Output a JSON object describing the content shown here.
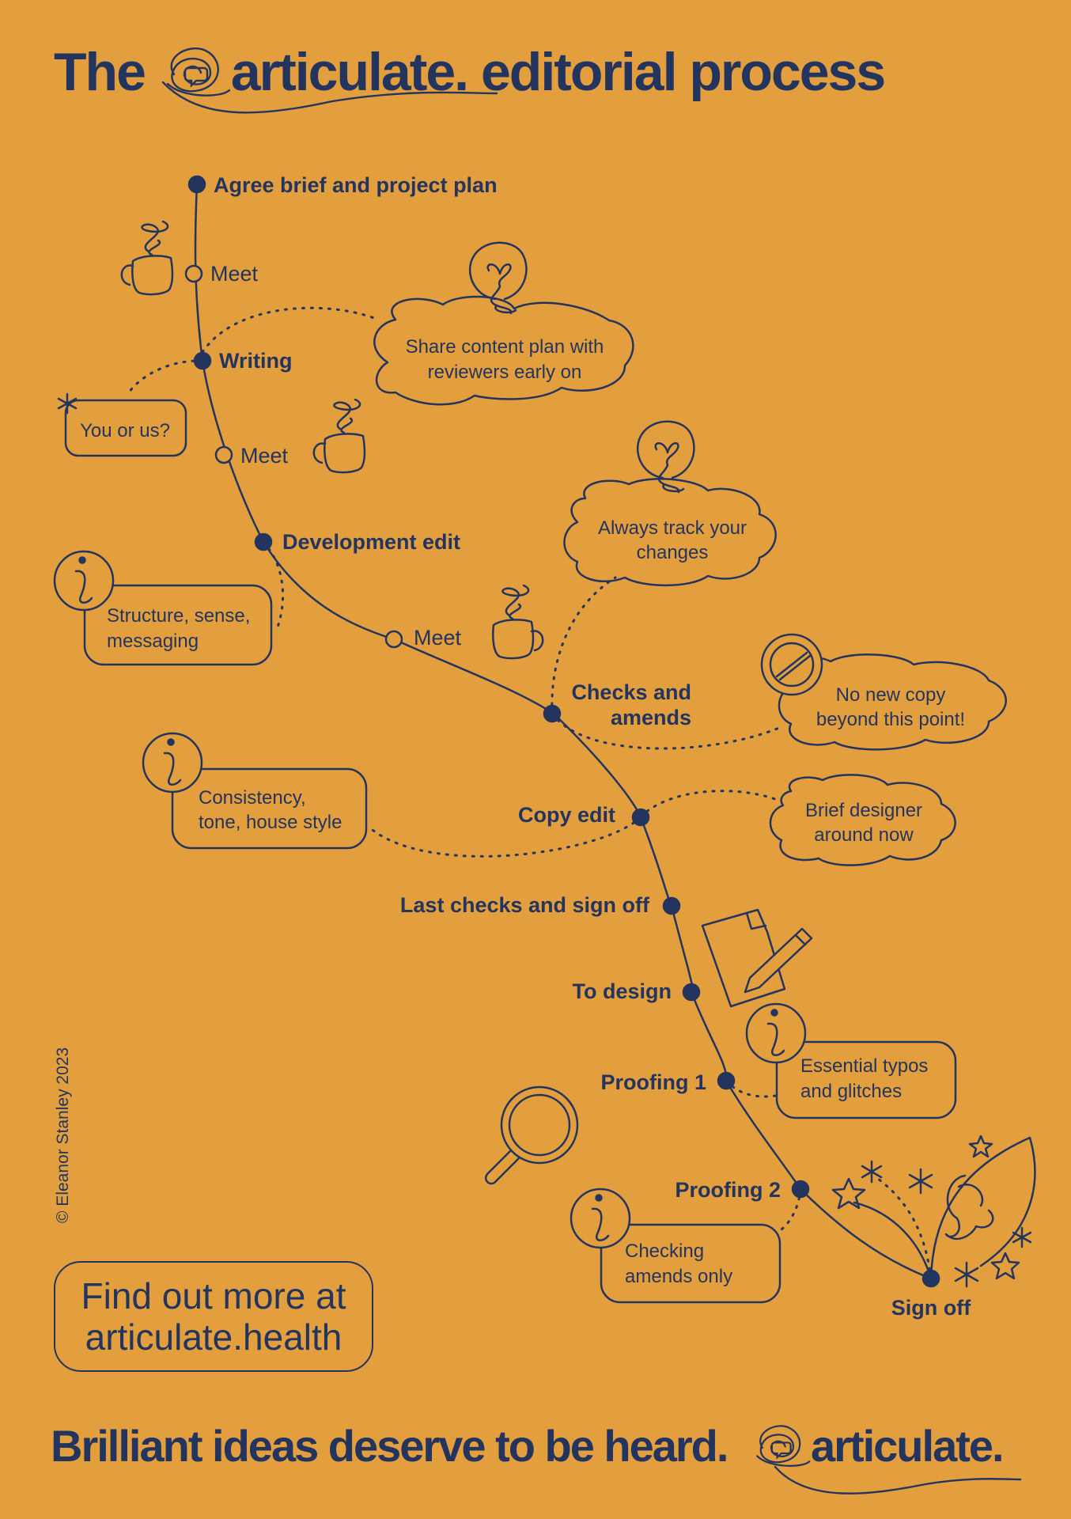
{
  "header": {
    "title_prefix": "The",
    "brand": "articulate.",
    "title_suffix": "editorial process"
  },
  "process": {
    "agree": "Agree brief and project plan",
    "meet": "Meet",
    "writing": "Writing",
    "development_edit": "Development edit",
    "checks_line1": "Checks and",
    "checks_line2": "amends",
    "copy_edit": "Copy edit",
    "last_checks": "Last checks and sign off",
    "to_design": "To design",
    "proofing1": "Proofing 1",
    "proofing2": "Proofing 2",
    "sign_off": "Sign off"
  },
  "notes": {
    "share_line1": "Share content plan with",
    "share_line2": "reviewers early on",
    "you_or_us": "You or us?",
    "structure_line1": "Structure, sense,",
    "structure_line2": "messaging",
    "track_line1": "Always track your",
    "track_line2": "changes",
    "nonew_line1": "No new copy",
    "nonew_line2": "beyond this point!",
    "consistency_line1": "Consistency,",
    "consistency_line2": "tone, house style",
    "brief_line1": "Brief designer",
    "brief_line2": "around now",
    "typos_line1": "Essential typos",
    "typos_line2": "and glitches",
    "checking_line1": "Checking",
    "checking_line2": "amends only"
  },
  "footer": {
    "cta_line1": "Find out more at",
    "cta_line2": "articulate.health",
    "copyright": "© Eleanor Stanley 2023",
    "tagline": "Brilliant ideas deserve to be heard.",
    "tagline_brand": "articulate."
  },
  "colors": {
    "background": "#E39F3E",
    "ink": "#23345E"
  },
  "icons": [
    "swirl-logo-icon",
    "mug-icon",
    "lightbulb-icon",
    "speech-bubble-icon",
    "info-icon",
    "no-entry-icon",
    "document-pencil-icon",
    "magnifier-icon",
    "rocket-icon",
    "star-icon",
    "asterisk-icon"
  ]
}
